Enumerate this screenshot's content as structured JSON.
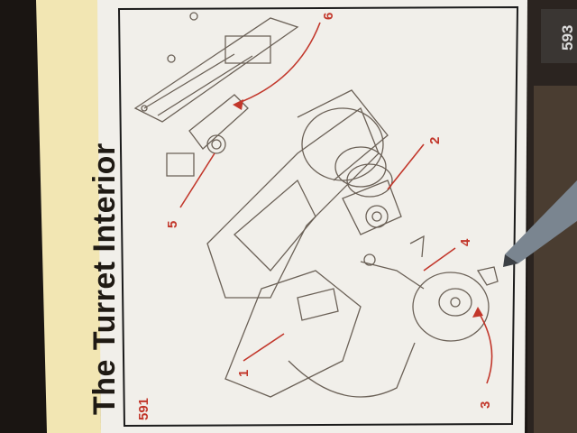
{
  "page": {
    "title": "The Turret Interior",
    "page_number_left": "591",
    "page_number_right": "593"
  },
  "callouts": [
    "1",
    "2",
    "3",
    "4",
    "5",
    "6"
  ],
  "colors": {
    "background": "#1a1512",
    "paper": "#f1efea",
    "title_band": "#f2e6b3",
    "accent_red": "#c2372b",
    "line_drawing": "#6b6157",
    "pen": "#7a8590"
  }
}
